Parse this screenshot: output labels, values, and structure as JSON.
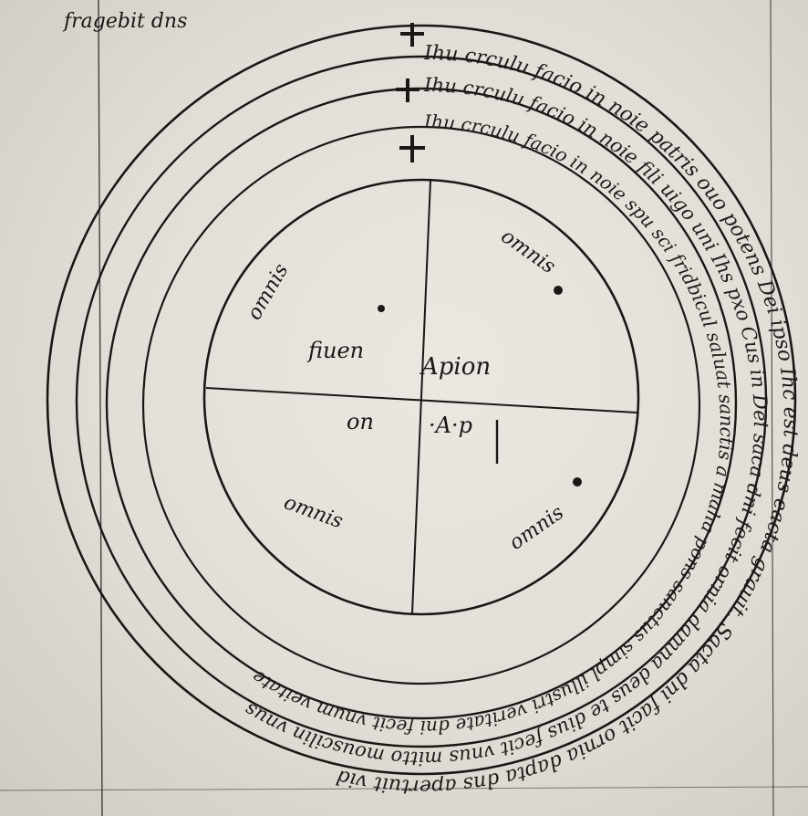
{
  "header_note": "fragebit dns",
  "center": {
    "top_left_word": "fiuen",
    "top_right_word": "Apion",
    "bottom_left_word": "on",
    "bottom_right_word": "·A·p",
    "quadrant_words": [
      "omnis",
      "omnis",
      "omnis",
      "omnis"
    ]
  },
  "rings": {
    "outer": "Ihu crculu facio in noie patris ouo potens Dei ipso Ihc est deus eacta grauit. Sacta dni facit ornia dapta dns apertuit vid",
    "middle": "Ihu crculu facio in noie fili uigo uni Ihs pxo Cus in Dei saca dni fecit ornia damna deus te dius fecit vnus mitto mouscilin vnus",
    "inner": "Ihu crculu facio in noie spu sci fridbicul saluat sanctis a maha pons sanctus simpl illustri veritate dni fecit vnum veitate"
  },
  "ring_crosses": [
    "cross",
    "cross",
    "cross"
  ],
  "colors": {
    "parchment": "#e6e3dc",
    "ink": "#1a1815"
  }
}
